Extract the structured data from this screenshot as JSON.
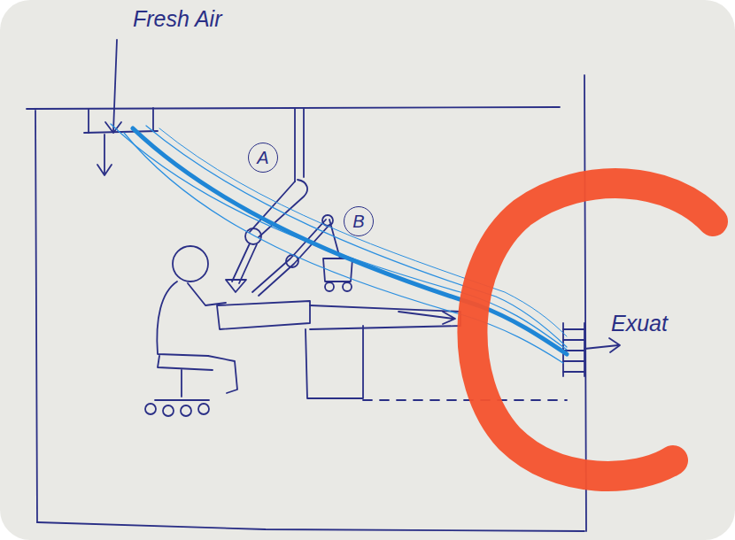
{
  "diagram": {
    "nodes": [
      {
        "text": [
          "A"
        ]
      },
      {
        "text": [
          "B"
        ]
      }
    ],
    "labels": [
      "Fresh Air",
      "Exuat"
    ]
  }
}
